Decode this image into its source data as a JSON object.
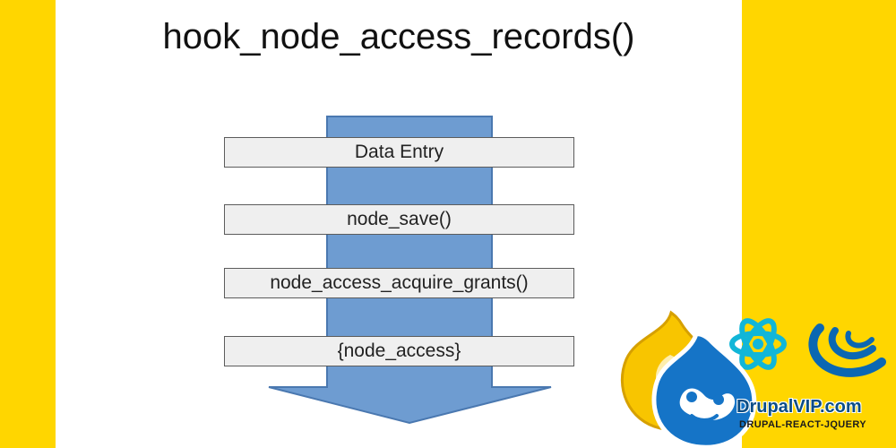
{
  "slide": {
    "title": "hook_node_access_records()"
  },
  "flow": {
    "steps": [
      "Data Entry",
      "node_save()",
      "node_access_acquire_grants()",
      "{node_access}"
    ]
  },
  "branding": {
    "site_name": "DrupalVIP.com",
    "tagline": "DRUPAL-REACT-JQUERY"
  },
  "colors": {
    "background": "#ffd600",
    "slide": "#ffffff",
    "arrow_fill": "#6e9cd1",
    "arrow_stroke": "#4a78b0",
    "step_fill": "#efefef"
  }
}
